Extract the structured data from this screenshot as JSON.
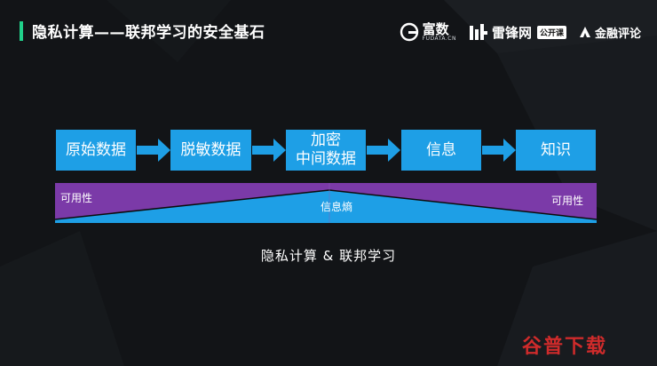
{
  "header": {
    "title": "隐私计算——联邦学习的安全基石",
    "accent_color": "#20d08a"
  },
  "logos": {
    "fudata": {
      "name": "富数",
      "sub": "FUDATA.CN",
      "icon": "fudata-logo-icon"
    },
    "leiphone": {
      "name": "雷锋网",
      "badge": "公开课",
      "icon": "leiphone-logo-icon"
    },
    "jinrong": {
      "name": "金融评论",
      "icon": "jinrong-logo-icon"
    }
  },
  "process": {
    "steps": [
      "原始数据",
      "脱敏数据",
      "加密\n中间数据",
      "信息",
      "知识"
    ],
    "box_color": "#1e9fe6"
  },
  "band": {
    "left_label": "可用性",
    "center_label": "信息熵",
    "right_label": "可用性",
    "purple_color": "#7b3aa8",
    "blue_color": "#1e9fe6"
  },
  "caption": "隐私计算 & 联邦学习",
  "watermark": "谷普下载"
}
